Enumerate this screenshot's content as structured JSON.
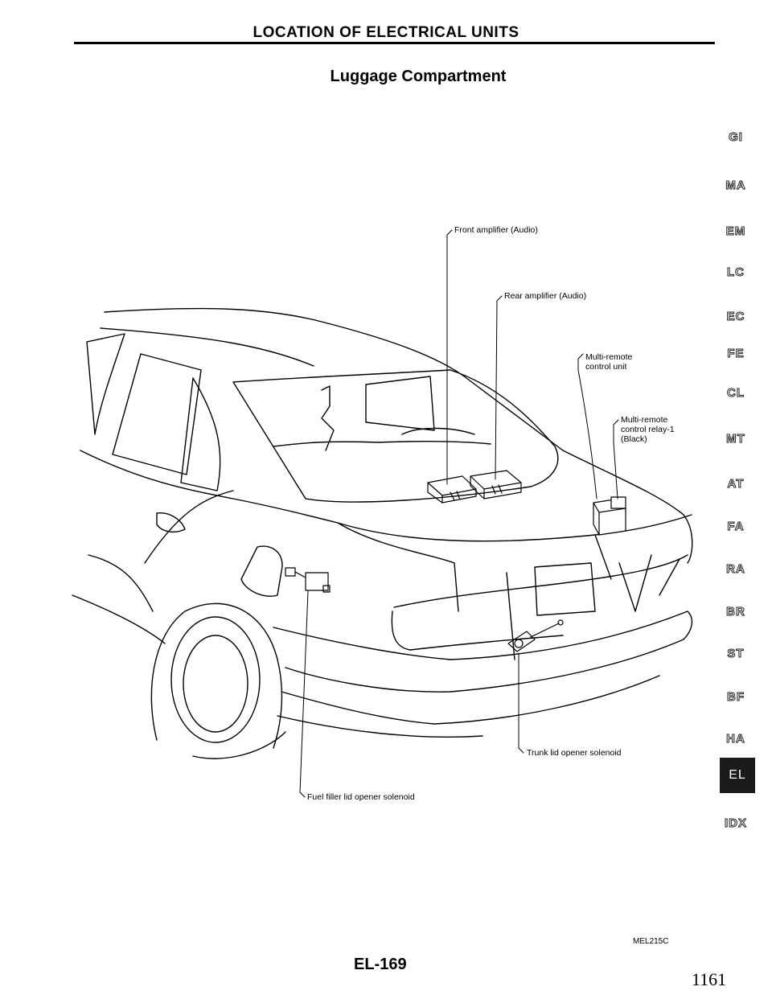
{
  "header": {
    "title": "LOCATION OF ELECTRICAL UNITS"
  },
  "section": {
    "title": "Luggage Compartment"
  },
  "callouts": {
    "front_amplifier": "Front amplifier (Audio)",
    "rear_amplifier": "Rear amplifier (Audio)",
    "multi_remote_unit": "Multi-remote\ncontrol unit",
    "multi_remote_relay": "Multi-remote\ncontrol relay-1\n(Black)",
    "trunk_solenoid": "Trunk lid opener solenoid",
    "fuel_solenoid": "Fuel filler lid opener solenoid"
  },
  "side_index": {
    "tabs": [
      "GI",
      "MA",
      "EM",
      "LC",
      "EC",
      "FE",
      "CL",
      "MT",
      "AT",
      "FA",
      "RA",
      "BR",
      "ST",
      "BF",
      "HA",
      "EL",
      "IDX"
    ],
    "active": "EL"
  },
  "footer": {
    "figure_code": "MEL215C",
    "page_code": "EL-169",
    "page_number": "1161"
  },
  "icons": [
    "car-rear-illustration"
  ]
}
